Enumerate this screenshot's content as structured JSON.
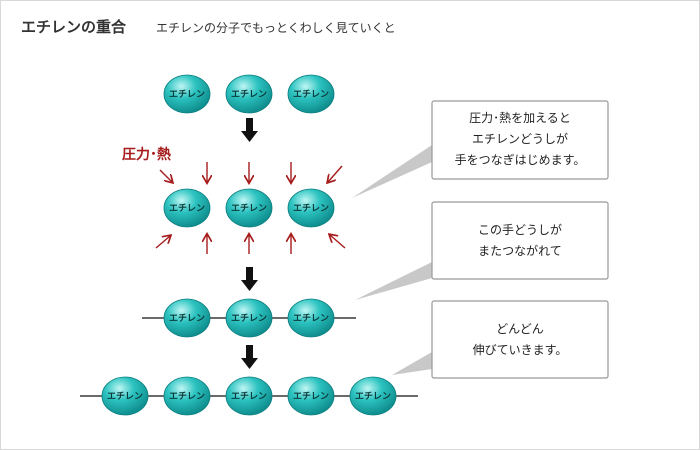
{
  "header": {
    "title": "エチレンの重合",
    "subtitle": "エチレンの分子でもっとくわしく見ていくと"
  },
  "molecule_label": "エチレン",
  "force_label": "圧力･熱",
  "callouts": [
    {
      "lines": [
        "圧力･熱を加えると",
        "エチレンどうしが",
        "手をつなぎはじめます。"
      ]
    },
    {
      "lines": [
        "この手どうしが",
        "またつながれて"
      ]
    },
    {
      "lines": [
        "どんどん",
        "伸びていきます。"
      ]
    }
  ],
  "colors": {
    "molecule_fill": "#1fb6b3",
    "molecule_highlight": "#bff6f4",
    "molecule_edge": "#0c7f80",
    "force_arrow": "#a61b1b",
    "step_arrow": "#111111",
    "callout_border": "#999999",
    "callout_pointer": "#c8c8c8"
  }
}
